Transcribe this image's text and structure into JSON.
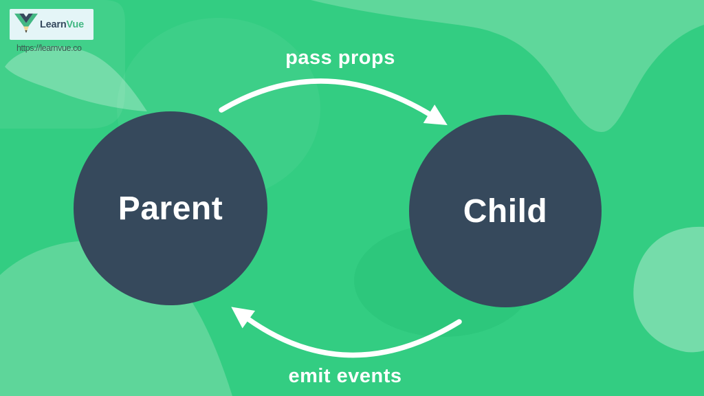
{
  "header": {
    "logo": {
      "learn": "Learn",
      "vue": "Vue"
    },
    "url": "https://learnvue.co"
  },
  "diagram": {
    "parent": {
      "label": "Parent"
    },
    "child": {
      "label": "Child"
    },
    "arrows": {
      "pass_props": {
        "label": "pass props",
        "direction": "parent-to-child"
      },
      "emit_events": {
        "label": "emit events",
        "direction": "child-to-parent"
      }
    }
  },
  "colors": {
    "background": "#33cd82",
    "blob_top_right": "#5fd79b",
    "blob_bottom_left": "#5ed69a",
    "blob_bottom_right": "#75dcaa",
    "blob_dark": "#2dc77c",
    "circle": "#36495c",
    "arrow": "#ffffff",
    "label_text": "#ffffff",
    "logo_box_bg": "#e4f5f7",
    "vue_green": "#42b883",
    "vue_navy": "#35495e",
    "pencil_wood": "#f0d896",
    "pencil_tip": "#433e35",
    "url_text": "#3a564e"
  },
  "icons": [
    {
      "name": "vue-pencil-logo-icon",
      "meaning": "LearnVue Vue.js pencil V logo"
    }
  ]
}
